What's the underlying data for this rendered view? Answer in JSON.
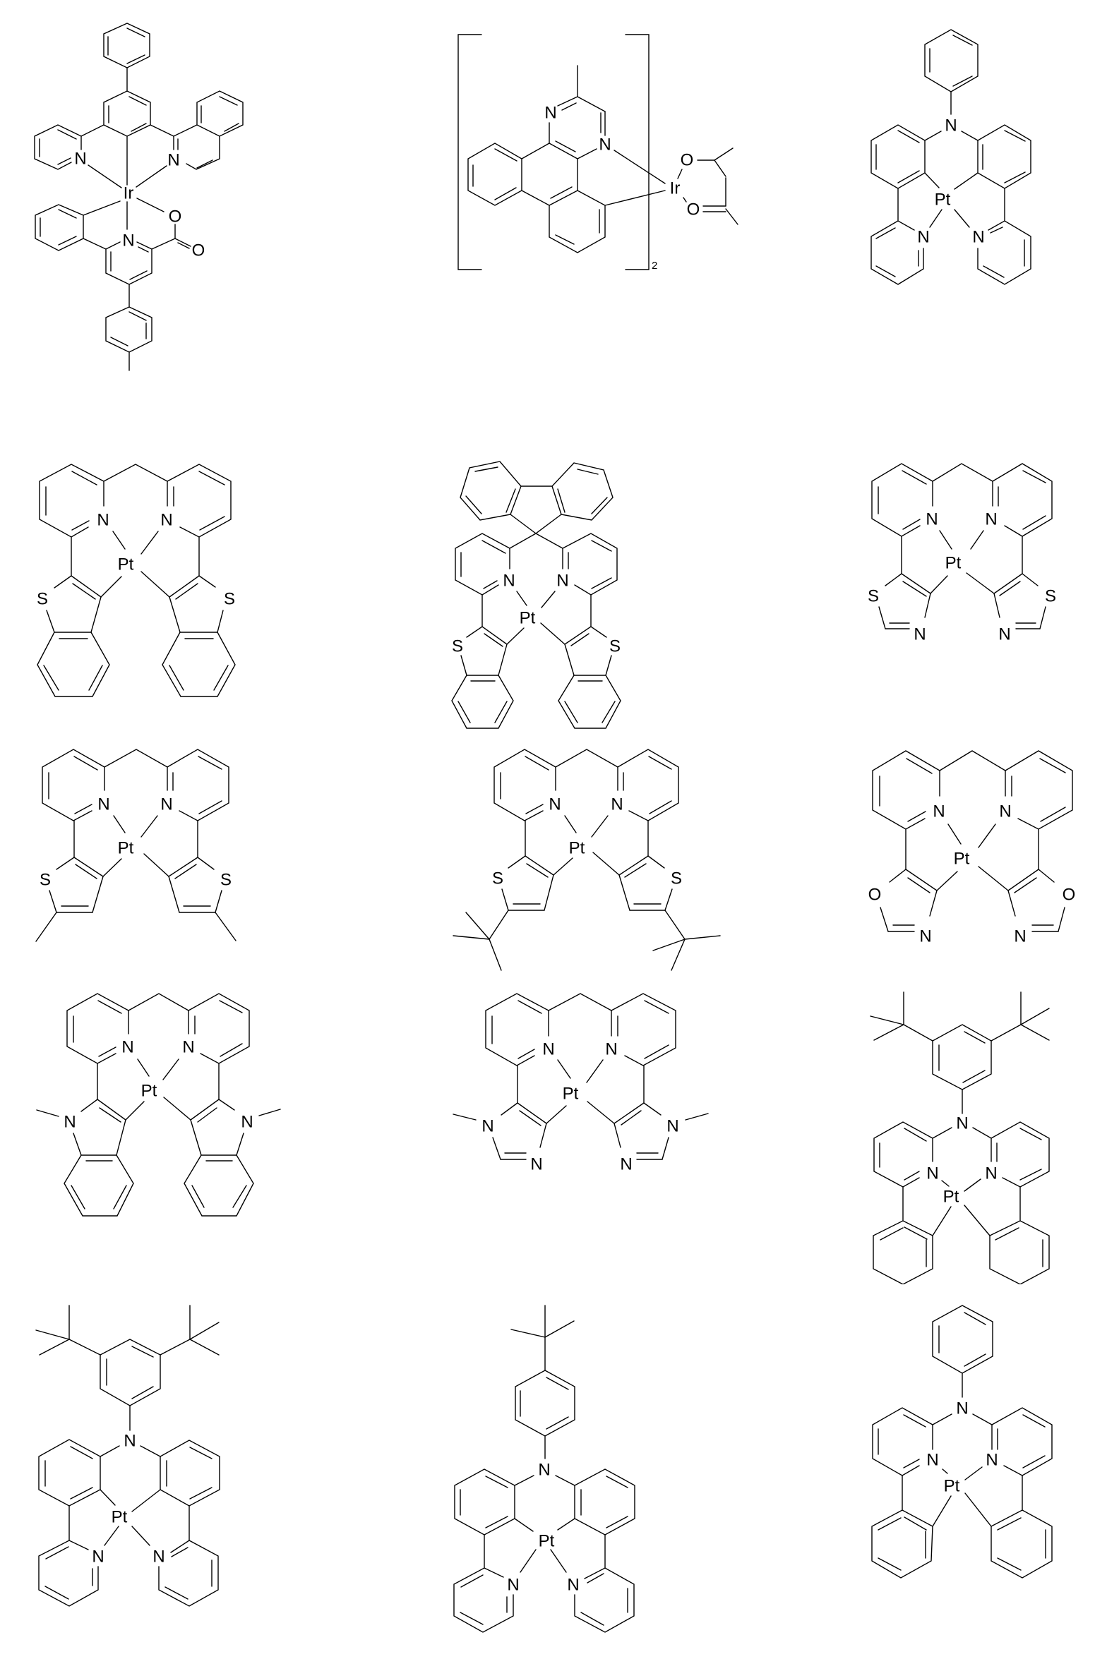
{
  "figure": {
    "background": "#ffffff",
    "line_color": "#000000",
    "layout": {
      "rows": 5,
      "columns": 3
    }
  },
  "compounds": [
    {
      "id": 1,
      "row": 1,
      "col": 1,
      "metal": "Ir",
      "description": "Iridium complex with tridentate 2-pyridyl / isoquinolinyl substituted biphenyl ligand and 6-phenyl-4-(p-tolyl)picolinate ligand",
      "labels": {
        "metal": "Ir",
        "n_left": "N",
        "n_right": "N",
        "n_bottom": "N",
        "o_single": "O",
        "o_double": "O"
      }
    },
    {
      "id": 2,
      "row": 1,
      "col": 2,
      "metal": "Ir",
      "description": "Bis(methyl-dibenzoquinoxaline) iridium acetylacetonate",
      "labels": {
        "metal": "Ir",
        "n_top": "N",
        "n_coord": "N",
        "o_top": "O",
        "o_bottom": "O",
        "subscript": "2"
      }
    },
    {
      "id": 3,
      "row": 1,
      "col": 3,
      "metal": "Pt",
      "description": "N-phenyl bridged bis(2-pyridylphenyl) platinum",
      "labels": {
        "metal": "Pt",
        "n_bridge": "N",
        "n_left": "N",
        "n_right": "N"
      }
    },
    {
      "id": 4,
      "row": 2,
      "col": 1,
      "metal": "Pt",
      "description": "Methylene-bridged bis(pyridyl-benzothiophene) platinum",
      "labels": {
        "metal": "Pt",
        "n_left": "N",
        "n_right": "N",
        "s_left": "S",
        "s_right": "S"
      }
    },
    {
      "id": 5,
      "row": 2,
      "col": 2,
      "metal": "Pt",
      "description": "Spirofluorene-bridged bis(pyridyl-benzothiophene) platinum",
      "labels": {
        "metal": "Pt",
        "n_left": "N",
        "n_right": "N",
        "s_left": "S",
        "s_right": "S"
      }
    },
    {
      "id": 6,
      "row": 2,
      "col": 3,
      "metal": "Pt",
      "description": "Methylene-bridged bis(pyridyl-thiazole) platinum",
      "labels": {
        "metal": "Pt",
        "n_left": "N",
        "n_right": "N",
        "s_left": "S",
        "s_right": "S",
        "n_ring_left": "N",
        "n_ring_right": "N"
      }
    },
    {
      "id": 7,
      "row": 3,
      "col": 1,
      "metal": "Pt",
      "description": "Methylene-bridged bis(pyridyl-5-methylthiophene) platinum",
      "labels": {
        "metal": "Pt",
        "n_left": "N",
        "n_right": "N",
        "s_left": "S",
        "s_right": "S"
      }
    },
    {
      "id": 8,
      "row": 3,
      "col": 2,
      "metal": "Pt",
      "description": "Methylene-bridged bis(pyridyl-5-tert-butylthiophene) platinum",
      "labels": {
        "metal": "Pt",
        "n_left": "N",
        "n_right": "N",
        "s_left": "S",
        "s_right": "S"
      }
    },
    {
      "id": 9,
      "row": 3,
      "col": 3,
      "metal": "Pt",
      "description": "Methylene-bridged bis(pyridyl-oxazole) platinum",
      "labels": {
        "metal": "Pt",
        "n_left": "N",
        "n_right": "N",
        "o_left": "O",
        "o_right": "O",
        "n_ring_left": "N",
        "n_ring_right": "N"
      }
    },
    {
      "id": 10,
      "row": 4,
      "col": 1,
      "metal": "Pt",
      "description": "Methylene-bridged bis(pyridyl-N-methylindole) platinum",
      "labels": {
        "metal": "Pt",
        "n_left": "N",
        "n_right": "N",
        "n_ring_left": "N",
        "n_ring_right": "N"
      }
    },
    {
      "id": 11,
      "row": 4,
      "col": 2,
      "metal": "Pt",
      "description": "Methylene-bridged bis(pyridyl-N-methylimidazole) platinum",
      "labels": {
        "metal": "Pt",
        "n_left": "N",
        "n_right": "N",
        "n_me_left": "N",
        "n_me_right": "N",
        "n_ring_left": "N",
        "n_ring_right": "N"
      }
    },
    {
      "id": 12,
      "row": 4,
      "col": 3,
      "metal": "Pt",
      "description": "N-(3,5-di-tert-butylphenyl) bridged bis(6-phenylpyridin-2-yl)amine platinum",
      "labels": {
        "metal": "Pt",
        "n_bridge": "N",
        "n_left": "N",
        "n_right": "N"
      }
    },
    {
      "id": 13,
      "row": 5,
      "col": 1,
      "metal": "Pt",
      "description": "N-(3,5-di-tert-butylphenyl) bridged bis(2-pyridylphenyl) platinum",
      "labels": {
        "metal": "Pt",
        "n_bridge": "N",
        "n_left": "N",
        "n_right": "N"
      }
    },
    {
      "id": 14,
      "row": 5,
      "col": 2,
      "metal": "Pt",
      "description": "N-(4-tert-butylphenyl) bridged bis(2-pyridylphenyl) platinum",
      "labels": {
        "metal": "Pt",
        "n_bridge": "N",
        "n_left": "N",
        "n_right": "N"
      }
    },
    {
      "id": 15,
      "row": 5,
      "col": 3,
      "metal": "Pt",
      "description": "N-phenyl bridged bis(6-phenylpyridin-2-yl)amine platinum",
      "labels": {
        "metal": "Pt",
        "n_bridge": "N",
        "n_left": "N",
        "n_right": "N"
      }
    }
  ]
}
